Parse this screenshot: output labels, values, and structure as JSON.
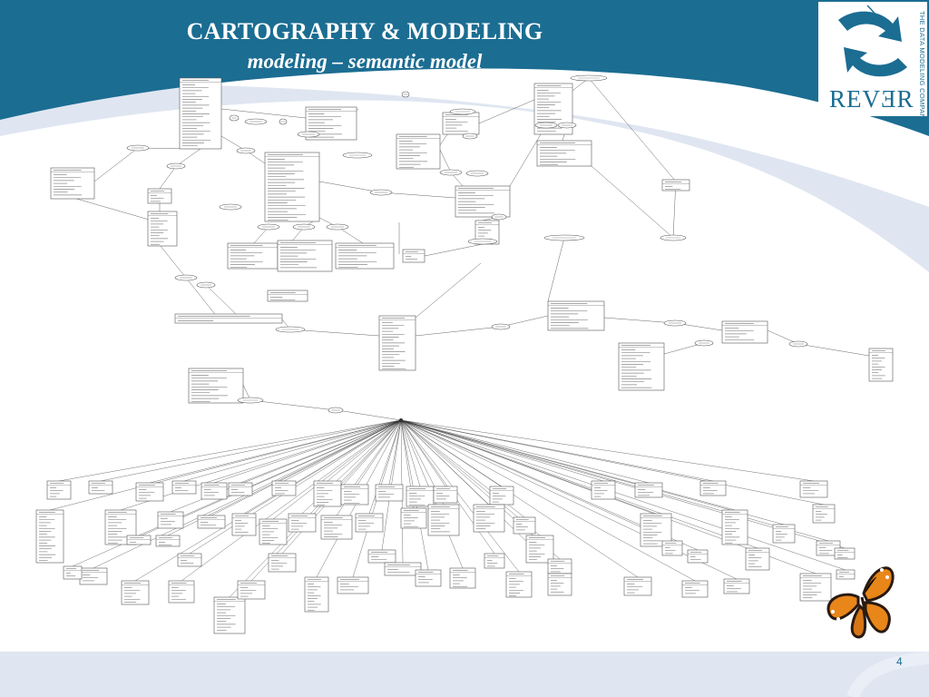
{
  "slide": {
    "title": "CARTOGRAPHY & MODELING",
    "subtitle": "modeling – semantic model",
    "page_number": "4"
  },
  "logo": {
    "wordmark": "REVƎR",
    "tagline": "THE DATA MODELING COMPANY",
    "icon": "rever-arrows-logo-icon"
  },
  "decoration": {
    "butterfly_icon": "butterfly-icon"
  },
  "colors": {
    "header_blue": "#1b6d92",
    "header_light": "#dfe6f1",
    "accent_orange": "#e8861a"
  },
  "diagram": {
    "type": "entity-relationship schema",
    "note": "entity and relationship labels are too small to be legible"
  }
}
